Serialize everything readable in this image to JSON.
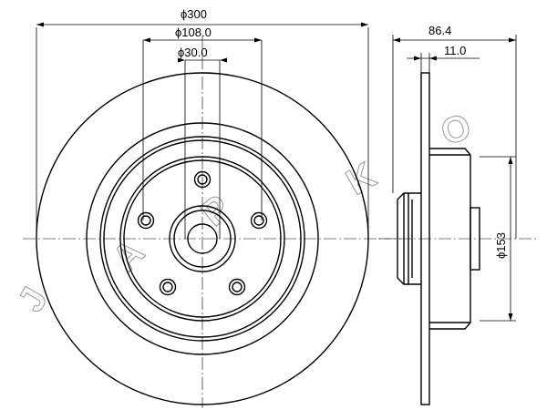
{
  "dimensions": {
    "outer_diameter": "ϕ300",
    "pcd": "ϕ108.0",
    "center_bore": "ϕ30.0",
    "overall_height": "86.4",
    "disc_thickness": "11.0",
    "hub_diameter": "ϕ153"
  },
  "watermark": {
    "letters": [
      "J",
      "A",
      "P",
      "K",
      "O"
    ]
  },
  "colors": {
    "line": "#000000",
    "watermark": "#999999"
  }
}
